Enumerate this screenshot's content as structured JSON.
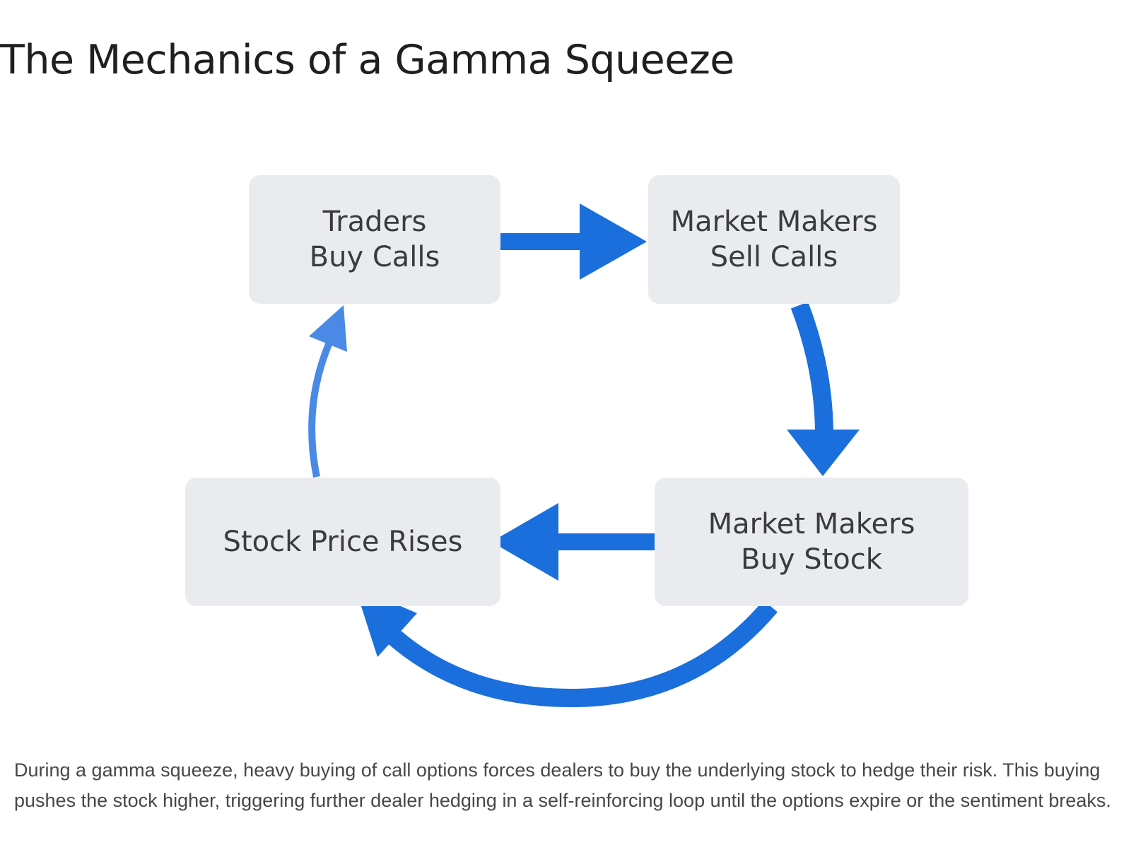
{
  "title": "The Mechanics of a Gamma Squeeze",
  "colors": {
    "arrow_primary": "#1a6fdc",
    "arrow_secondary": "#4a8ae6",
    "node_fill": "#eaebee",
    "node_text": "#3a3b3e"
  },
  "diagram": {
    "nodes": [
      {
        "id": "traders",
        "lines": [
          "Traders",
          "Buy Calls"
        ]
      },
      {
        "id": "mm_sell",
        "lines": [
          "Market Makers",
          "Sell Calls"
        ]
      },
      {
        "id": "mm_buy",
        "lines": [
          "Market Makers",
          "Buy Stock"
        ]
      },
      {
        "id": "price",
        "lines": [
          "Stock Price Rises"
        ]
      }
    ],
    "edges": [
      {
        "from": "traders",
        "to": "mm_sell"
      },
      {
        "from": "mm_sell",
        "to": "mm_buy"
      },
      {
        "from": "mm_buy",
        "to": "price"
      },
      {
        "from": "mm_buy",
        "to": "price"
      },
      {
        "from": "price",
        "to": "traders"
      }
    ]
  },
  "caption": "During a gamma squeeze, heavy buying of call options forces dealers to buy the underlying stock to hedge their risk. This buying pushes the stock higher, triggering further dealer hedging in a self-reinforcing loop until the options expire or the sentiment breaks."
}
